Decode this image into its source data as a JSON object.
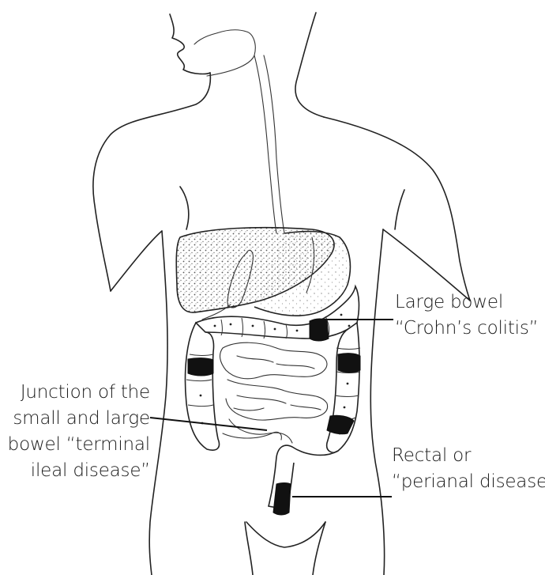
{
  "labels": {
    "large_bowel": {
      "line1": "Large bowel",
      "line2": "“Crohn’s colitis”"
    },
    "junction": {
      "line1": "Junction of the",
      "line2": "small and large",
      "line3": "bowel “terminal",
      "line4": "ileal disease”"
    },
    "rectal": {
      "line1": "Rectal or",
      "line2": "“perianal disease”"
    }
  },
  "colors": {
    "ink": "#1a1a1a",
    "liver_stipple": "#555555",
    "disease_band": "#111111"
  }
}
